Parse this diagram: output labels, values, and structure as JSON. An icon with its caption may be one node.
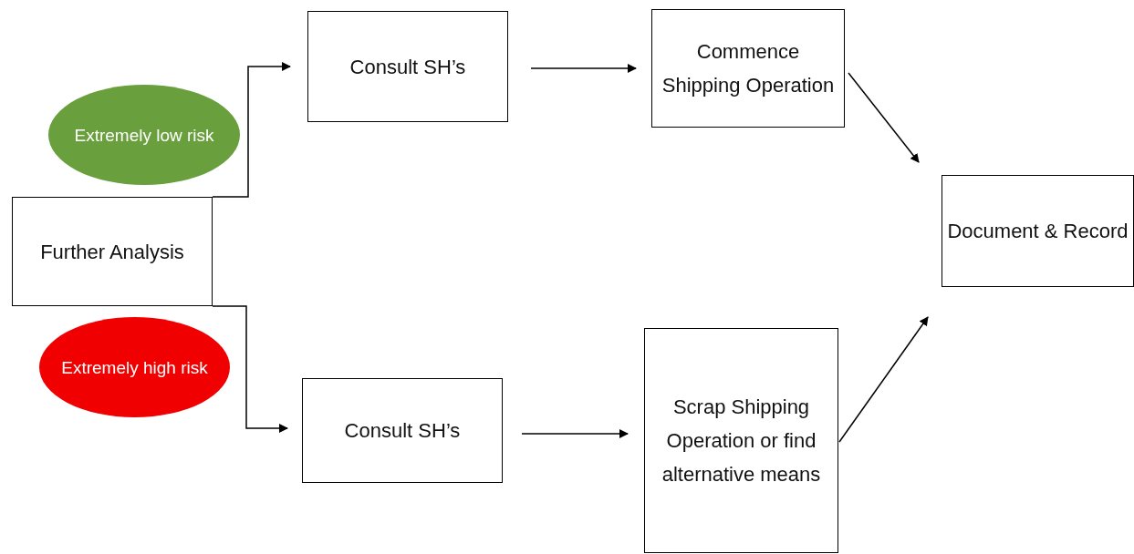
{
  "diagram": {
    "nodes": [
      {
        "text": [
          "Further Analysis"
        ]
      },
      {
        "text": [
          "Extremely low risk"
        ]
      },
      {
        "text": [
          "Extremely high risk"
        ]
      },
      {
        "text": [
          "Consult SH’s"
        ]
      },
      {
        "text": [
          "Commence Shipping Operation"
        ]
      },
      {
        "text": [
          "Document & Record"
        ]
      },
      {
        "text": [
          "Consult SH’s"
        ]
      },
      {
        "text": [
          "Scrap Shipping Operation or find alternative means"
        ]
      }
    ],
    "edges": [
      {
        "from": 0,
        "to": 3,
        "arrow": "to"
      },
      {
        "from": 3,
        "to": 4,
        "arrow": "to"
      },
      {
        "from": 4,
        "to": 5,
        "arrow": "to"
      },
      {
        "from": 0,
        "to": 6,
        "arrow": "to"
      },
      {
        "from": 6,
        "to": 7,
        "arrow": "to"
      },
      {
        "from": 7,
        "to": 5,
        "arrow": "to"
      }
    ]
  }
}
